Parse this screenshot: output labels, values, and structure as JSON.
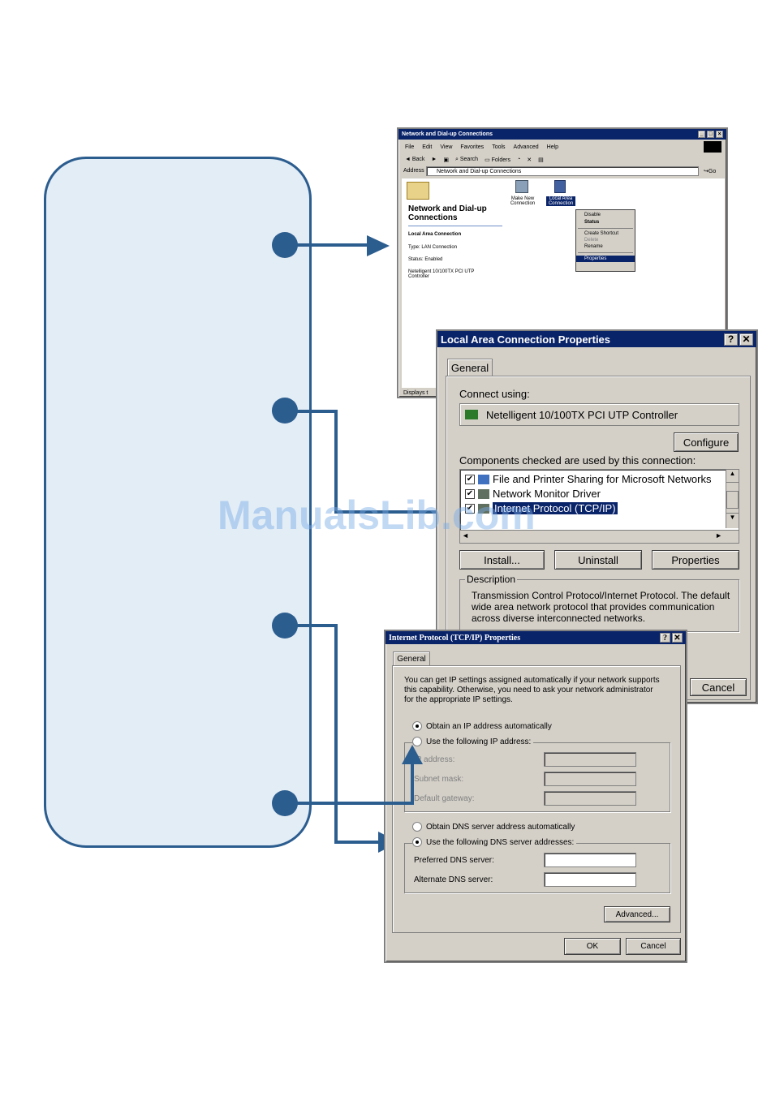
{
  "watermark": "ManualsLib.com",
  "explorer": {
    "title": "Network and Dial-up Connections",
    "menu": [
      "File",
      "Edit",
      "View",
      "Favorites",
      "Tools",
      "Advanced",
      "Help"
    ],
    "toolbar": {
      "back": "Back",
      "search": "Search",
      "folders": "Folders"
    },
    "address_label": "Address",
    "address_value": "Network and Dial-up Connections",
    "go": "Go",
    "heading": "Network and Dial-up Connections",
    "left_info": [
      "Local Area Connection",
      "Type: LAN Connection",
      "Status: Enabled",
      "Netelligent 10/100TX PCI UTP Controller"
    ],
    "icon_new": "Make New Connection",
    "icon_lan": "Local Area Connection",
    "context_menu": [
      "Disable",
      "Status",
      "Create Shortcut",
      "Delete",
      "Rename",
      "Properties"
    ],
    "status_bar": "Displays t"
  },
  "lan_props": {
    "title": "Local Area Connection Properties",
    "tab": "General",
    "connect_using_label": "Connect using:",
    "adapter": "Netelligent 10/100TX PCI UTP Controller",
    "configure": "Configure",
    "components_label": "Components checked are used by this connection:",
    "components": [
      "File and Printer Sharing for Microsoft Networks",
      "Network Monitor Driver",
      "Internet Protocol (TCP/IP)"
    ],
    "install": "Install...",
    "uninstall": "Uninstall",
    "properties": "Properties",
    "description_label": "Description",
    "description": "Transmission Control Protocol/Internet Protocol. The default wide area network protocol that provides communication across diverse interconnected networks.",
    "cancel": "Cancel"
  },
  "tcpip": {
    "title": "Internet Protocol (TCP/IP) Properties",
    "tab": "General",
    "intro": "You can get IP settings assigned automatically if your network supports this capability. Otherwise, you need to ask your network administrator for the appropriate IP settings.",
    "obtain_ip": "Obtain an IP address automatically",
    "use_ip": "Use the following IP address:",
    "ip_address": "IP address:",
    "subnet": "Subnet mask:",
    "gateway": "Default gateway:",
    "obtain_dns": "Obtain DNS server address automatically",
    "use_dns": "Use the following DNS server addresses:",
    "preferred_dns": "Preferred DNS server:",
    "alternate_dns": "Alternate DNS server:",
    "advanced": "Advanced...",
    "ok": "OK",
    "cancel": "Cancel"
  }
}
